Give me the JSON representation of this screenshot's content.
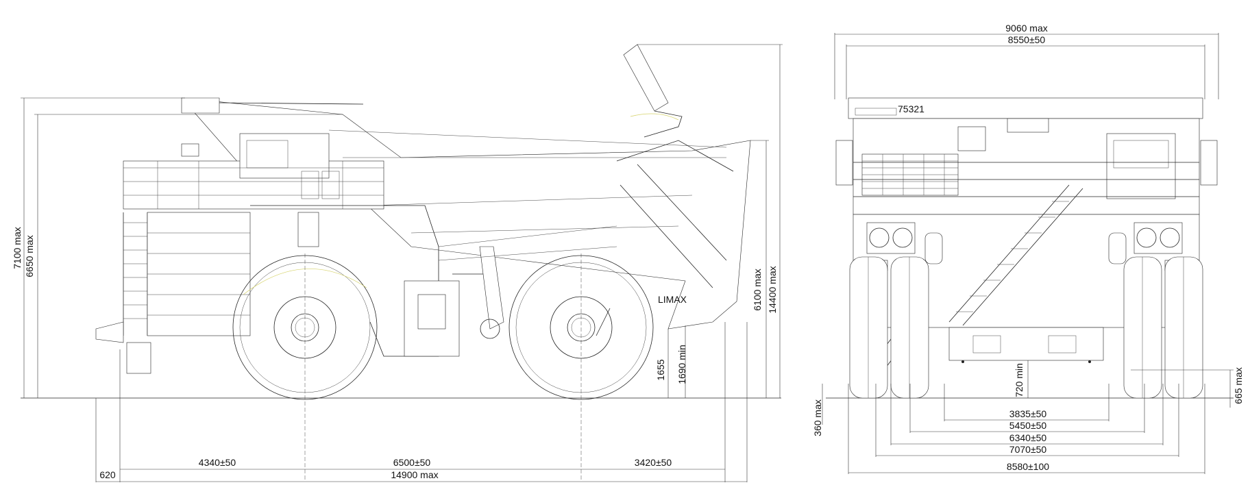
{
  "side_view": {
    "dimensions": {
      "overall_height": "7100 max",
      "body_height": "6650 max",
      "dump_height": "6100 max",
      "raised_height": "14400 max",
      "rear_clearance": "1690 min",
      "axle_clearance": "1655",
      "front_overhang": "620",
      "front_to_axle": "4340±50",
      "wheelbase": "6500±50",
      "rear_overhang": "3420±50",
      "overall_length": "14900 max"
    },
    "body_label": "LIMAX"
  },
  "rear_view": {
    "dimensions": {
      "overall_width": "9060 max",
      "body_width": "8550±50",
      "ground_clearance": "720 min",
      "tire_embed": "360 max",
      "side_clearance": "665 max",
      "inner_track": "3835±50",
      "track_1": "5450±50",
      "track_2": "6340±50",
      "track_3": "7070±50",
      "overall_track": "8580±100"
    },
    "badge_text": "75321"
  }
}
